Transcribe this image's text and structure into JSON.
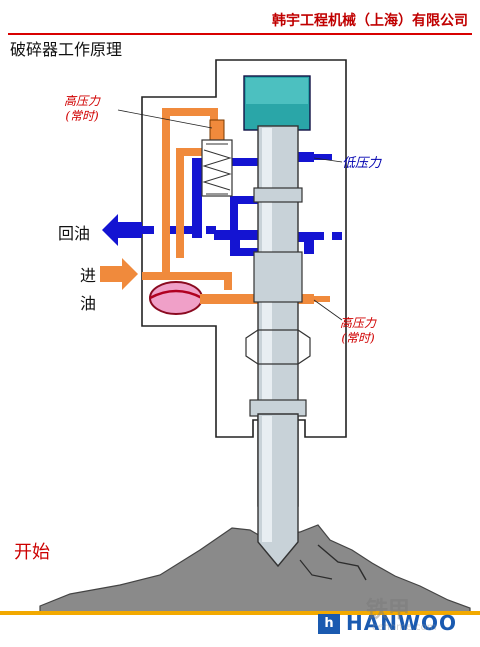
{
  "header": {
    "company": "韩宇工程机械（上海）有限公司",
    "title": "破碎器工作原理"
  },
  "labels": {
    "high_pressure_top": "高压力",
    "high_pressure_top_note": "(常时)",
    "low_pressure": "低压力",
    "oil_return": "回油",
    "oil_in_1": "进",
    "oil_in_2": "油",
    "high_pressure_bottom": "高压力",
    "high_pressure_bottom_note": "(常时)"
  },
  "status": {
    "stage": "开始"
  },
  "footer": {
    "logo_mark": "h",
    "logo_text": "HANWOO",
    "watermark": "铁甲",
    "watermark_url": "cehome.com"
  },
  "colors": {
    "high_pressure": "#f08a3c",
    "low_pressure": "#1414d2",
    "accumulator": "#f0a0c8",
    "piston": "#c8d2d8",
    "chamber": "#2aa6a8",
    "rock": "#8c8c8c",
    "header_red": "#d80000"
  }
}
